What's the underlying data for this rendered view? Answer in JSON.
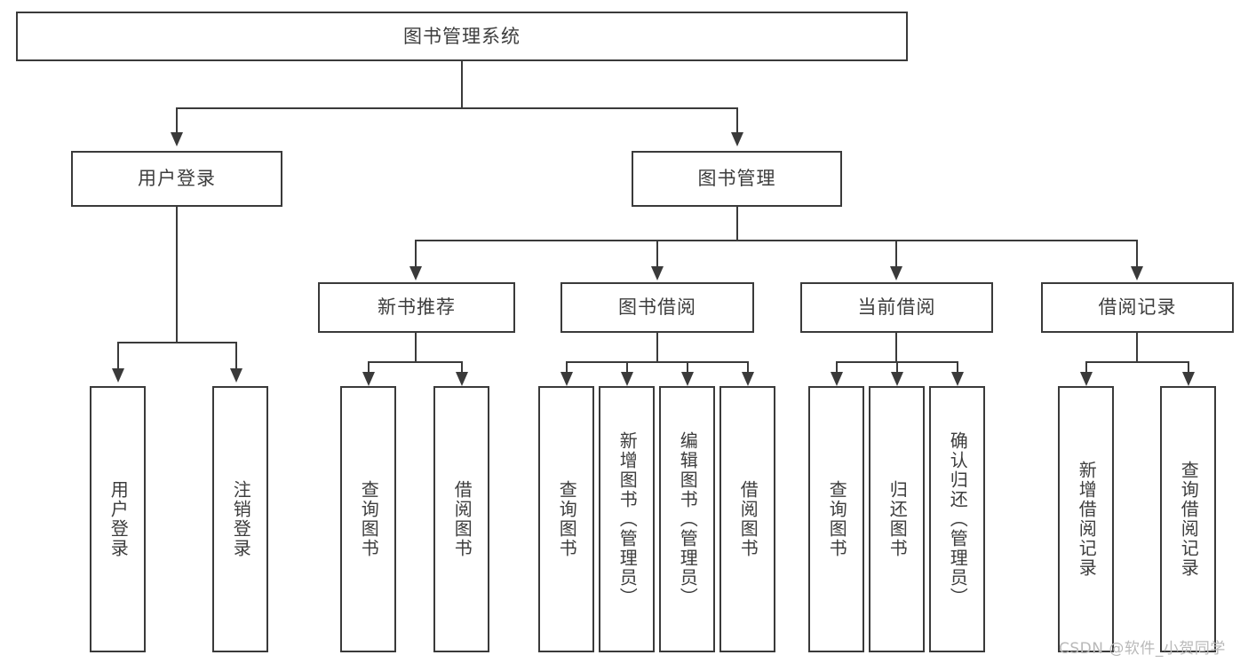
{
  "diagram": {
    "title": "图书管理系统",
    "type": "tree-hierarchy-chart",
    "root": {
      "label": "图书管理系统"
    },
    "level2": [
      {
        "label": "用户登录"
      },
      {
        "label": "图书管理"
      }
    ],
    "level3": [
      {
        "label": "新书推荐"
      },
      {
        "label": "图书借阅"
      },
      {
        "label": "当前借阅"
      },
      {
        "label": "借阅记录"
      }
    ],
    "leaves": [
      {
        "label": "用户登录"
      },
      {
        "label": "注销登录"
      },
      {
        "label": "查询图书"
      },
      {
        "label": "借阅图书"
      },
      {
        "label": "查询图书"
      },
      {
        "label": "新增图书（管理员）"
      },
      {
        "label": "编辑图书（管理员）"
      },
      {
        "label": "借阅图书"
      },
      {
        "label": "查询图书"
      },
      {
        "label": "归还图书"
      },
      {
        "label": "确认归还（管理员）"
      },
      {
        "label": "新增借阅记录"
      },
      {
        "label": "查询借阅记录"
      }
    ]
  },
  "watermark": {
    "text": "CSDN @软件_小贺同学"
  },
  "colors": {
    "stroke": "#3a3a3a",
    "background": "#ffffff",
    "text": "#3d3d3d",
    "watermark": "#b9b9b9"
  }
}
